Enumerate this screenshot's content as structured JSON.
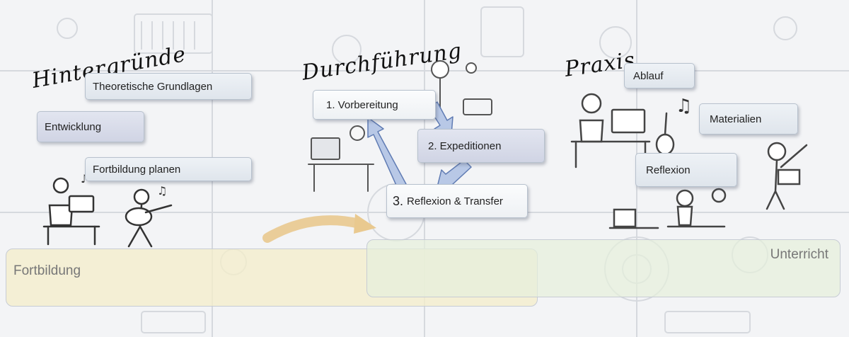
{
  "sections": {
    "hintergruende": "Hintergründe",
    "durchfuehrung": "Durchführung",
    "praxis": "Praxis"
  },
  "cards": {
    "theoretische": "Theoretische Grundlagen",
    "entwicklung": "Entwicklung",
    "fortbildung_planen": "Fortbildung planen",
    "vorbereitung": "1. Vorbereitung",
    "expeditionen": "2. Expeditionen",
    "reflexion_transfer_num": "3.",
    "reflexion_transfer": "Reflexion & Transfer",
    "ablauf": "Ablauf",
    "materialien": "Materialien",
    "reflexion": "Reflexion"
  },
  "bands": {
    "fortbildung": "Fortbildung",
    "unterricht": "Unterricht"
  },
  "colors": {
    "fortbildung_band": "#f4edc9",
    "unterricht_band": "#e6efdc",
    "arrow_fill": "#b8c8e6",
    "arrow_stroke": "#5f7bb3",
    "curve_arrow": "#e9c98f"
  }
}
